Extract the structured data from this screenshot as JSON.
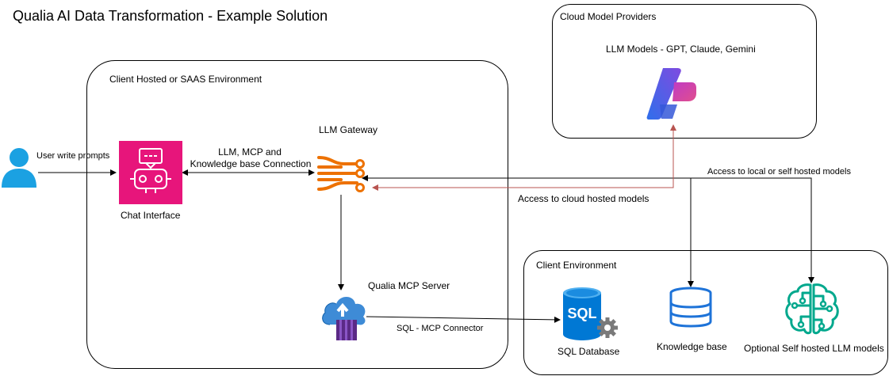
{
  "title": "Qualia AI Data Transformation - Example Solution",
  "groups": {
    "client_hosted": "Client Hosted or SAAS Environment",
    "cloud_providers": "Cloud Model Providers",
    "client_env": "Client Environment"
  },
  "nodes": {
    "user": "User write prompts",
    "chat": "Chat Interface",
    "gateway": "LLM Gateway",
    "mcp_server": "Qualia MCP Server",
    "llm_models": "LLM Models -  GPT, Claude, Gemini",
    "sql_db": "SQL Database",
    "knowledge_base": "Knowledge base",
    "self_hosted": "Optional Self hosted LLM models"
  },
  "edges": {
    "chat_gateway_1": "LLM, MCP and",
    "chat_gateway_2": "Knowledge base Connection",
    "cloud_access": "Access to cloud hosted models",
    "local_access": "Access to local or self hosted models",
    "sql_connector": "SQL - MCP Connector"
  },
  "icons": {
    "user": "user-icon",
    "chat": "chat-robot-icon",
    "gateway": "gateway-icon",
    "mcp_server": "cloud-container-icon",
    "llm_models": "azure-ai-foundry-icon",
    "sql_db": "sql-database-icon",
    "knowledge_base": "database-icon",
    "self_hosted": "brain-circuit-icon"
  },
  "colors": {
    "chat_bg": "#E7157B",
    "gateway": "#ED7100",
    "user": "#1BA1E2",
    "sql": "#0078D4",
    "brain": "#01A88D",
    "cloud_arrow": "#B85450"
  }
}
